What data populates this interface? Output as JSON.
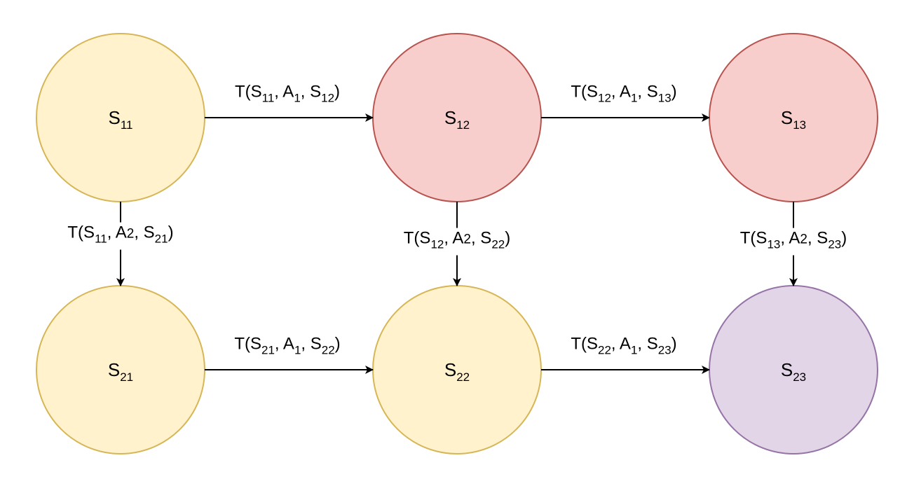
{
  "colors": {
    "yellow": {
      "fill": "#fff2cc",
      "stroke": "#d6b656"
    },
    "red": {
      "fill": "#f8cecc",
      "stroke": "#b85450"
    },
    "purple": {
      "fill": "#e1d5e7",
      "stroke": "#9673a6"
    }
  },
  "nodes": [
    {
      "id": "S11",
      "base": "S",
      "sub": "11",
      "color": "yellow"
    },
    {
      "id": "S12",
      "base": "S",
      "sub": "12",
      "color": "red"
    },
    {
      "id": "S13",
      "base": "S",
      "sub": "13",
      "color": "red"
    },
    {
      "id": "S21",
      "base": "S",
      "sub": "21",
      "color": "yellow"
    },
    {
      "id": "S22",
      "base": "S",
      "sub": "22",
      "color": "yellow"
    },
    {
      "id": "S23",
      "base": "S",
      "sub": "23",
      "color": "purple"
    }
  ],
  "edges": [
    {
      "from": "S11",
      "to": "S12",
      "parts": [
        [
          "T(S",
          ""
        ],
        [
          "11",
          "sub"
        ],
        [
          ", A",
          ""
        ],
        [
          "1",
          "sub"
        ],
        [
          ", S",
          ""
        ],
        [
          "12",
          "sub"
        ],
        [
          ")",
          ""
        ]
      ]
    },
    {
      "from": "S12",
      "to": "S13",
      "parts": [
        [
          "T(S",
          ""
        ],
        [
          "12",
          "sub"
        ],
        [
          ", A",
          ""
        ],
        [
          "1",
          "sub"
        ],
        [
          ", S",
          ""
        ],
        [
          "13",
          "sub"
        ],
        [
          ")",
          ""
        ]
      ]
    },
    {
      "from": "S21",
      "to": "S22",
      "parts": [
        [
          "T(S",
          ""
        ],
        [
          "21",
          "sub"
        ],
        [
          ", A",
          ""
        ],
        [
          "1",
          "sub"
        ],
        [
          ", S",
          ""
        ],
        [
          "22",
          "sub"
        ],
        [
          ")",
          ""
        ]
      ]
    },
    {
      "from": "S22",
      "to": "S23",
      "parts": [
        [
          "T(S",
          ""
        ],
        [
          "22",
          "sub"
        ],
        [
          ", A",
          ""
        ],
        [
          "1",
          "sub"
        ],
        [
          ", S",
          ""
        ],
        [
          "23",
          "sub"
        ],
        [
          ")",
          ""
        ]
      ]
    },
    {
      "from": "S11",
      "to": "S21",
      "parts": [
        [
          "T(S",
          ""
        ],
        [
          "11",
          "sub"
        ],
        [
          ", A",
          ""
        ],
        [
          "2",
          "small"
        ],
        [
          ", S",
          ""
        ],
        [
          "21",
          "sub"
        ],
        [
          ")",
          ""
        ]
      ]
    },
    {
      "from": "S12",
      "to": "S22",
      "parts": [
        [
          "T(S",
          ""
        ],
        [
          "12",
          "sub"
        ],
        [
          ", A",
          ""
        ],
        [
          "2",
          "small"
        ],
        [
          ", S",
          ""
        ],
        [
          "22",
          "sub"
        ],
        [
          ")",
          ""
        ]
      ]
    },
    {
      "from": "S13",
      "to": "S23",
      "parts": [
        [
          "T(S",
          ""
        ],
        [
          "13",
          "sub"
        ],
        [
          ", A",
          ""
        ],
        [
          "2",
          "small"
        ],
        [
          ", S",
          ""
        ],
        [
          "23",
          "sub"
        ],
        [
          ")",
          ""
        ]
      ]
    }
  ]
}
